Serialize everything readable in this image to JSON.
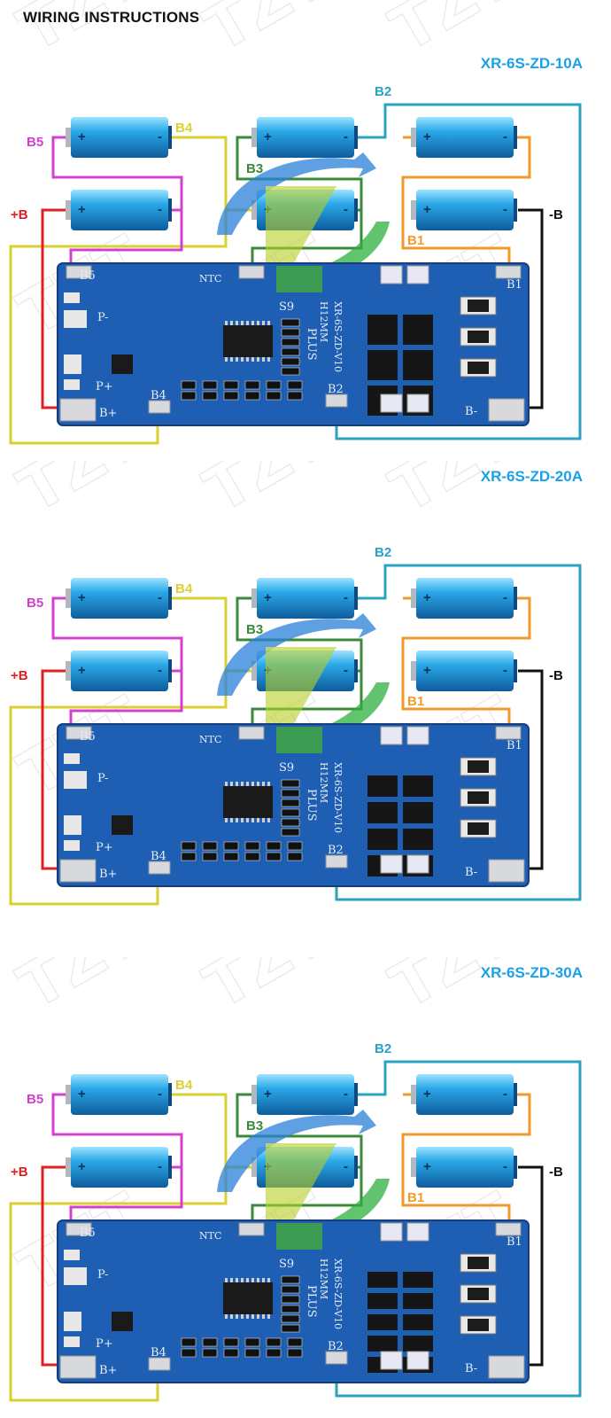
{
  "title": "WIRING INSTRUCTIONS",
  "labels": {
    "b2": "B2",
    "b3": "B3",
    "b4": "B4",
    "b5": "B5",
    "b1": "B1",
    "plus_b": "+B",
    "minus_b": "-B"
  },
  "boards": [
    {
      "model": "XR-6S-ZD-10A",
      "board_text": "XR-6S-ZD-V10",
      "chip_text": "S9",
      "plus_text": "PLUS",
      "hmark": "H12MM"
    },
    {
      "model": "XR-6S-ZD-20A",
      "board_text": "XR-6S-ZD-V10",
      "chip_text": "S9",
      "plus_text": "PLUS",
      "hmark": "H12MM"
    },
    {
      "model": "XR-6S-ZD-30A",
      "board_text": "XR-6S-ZD-V10",
      "chip_text": "S9",
      "plus_text": "PLUS",
      "hmark": "H12MM"
    }
  ],
  "pad_labels": {
    "b5": "B5",
    "b4": "B4",
    "b3": "B3",
    "b2": "B2",
    "b1": "B1",
    "bplus": "B+",
    "bminus": "B-",
    "pminus": "P-",
    "pplus": "P+",
    "ntc": "NTC"
  },
  "colors": {
    "b2": "#2aa3c0",
    "b3": "#3a8a3a",
    "b4": "#d8d230",
    "b5": "#d43fd2",
    "b1": "#f19a2a",
    "plus_b": "#e02020",
    "minus_b": "#111111",
    "model": "#1aa0e8",
    "pcb": "#1f5fb3",
    "cell": "#2aa0e0"
  }
}
